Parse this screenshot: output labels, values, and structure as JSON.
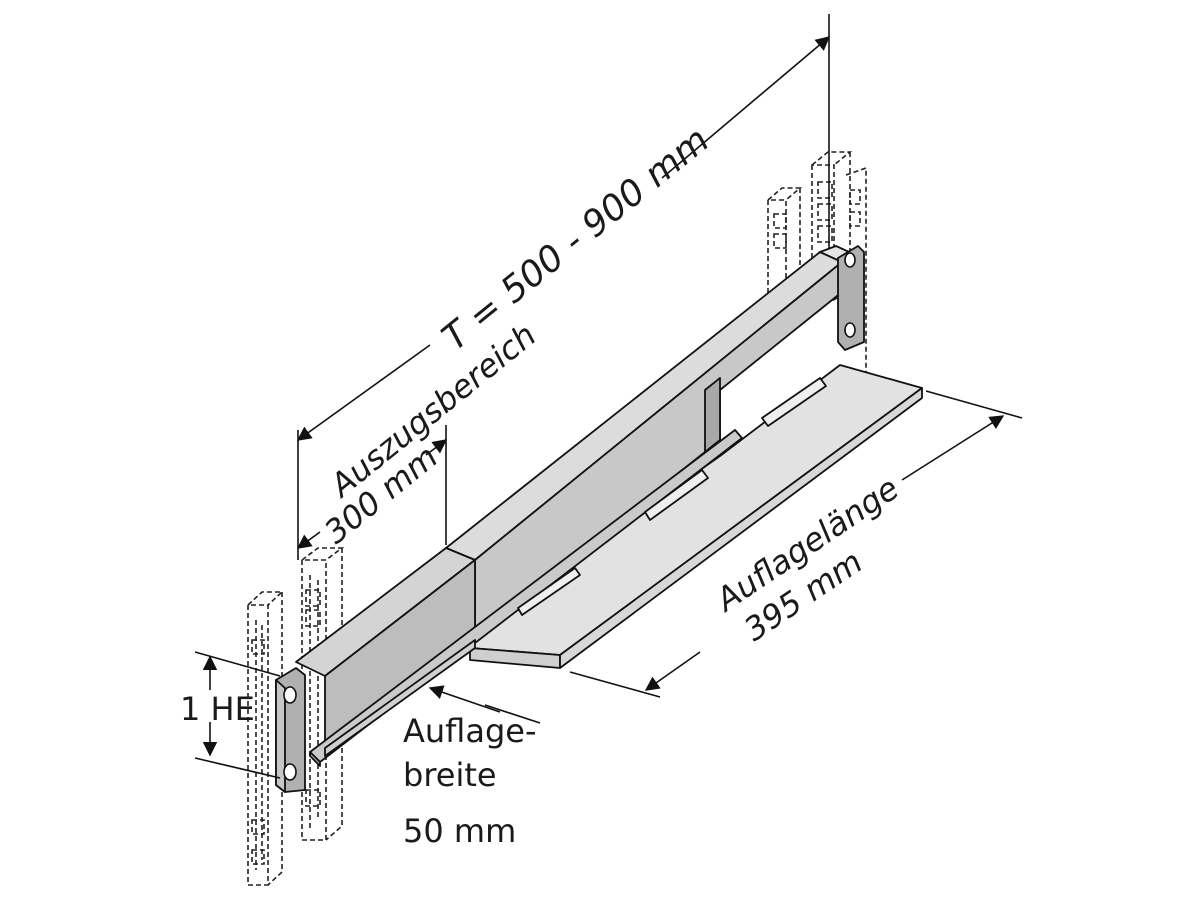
{
  "labels": {
    "depth": "T = 500 - 900 mm",
    "extension_1": "Auszugsbereich",
    "extension_2": "300 mm",
    "height": "1 HE",
    "support_length_1": "Auflagelänge",
    "support_length_2": "395 mm",
    "support_width_1": "Auflage-",
    "support_width_2": "breite",
    "support_width_3": "50 mm"
  },
  "colors": {
    "ink": "#111111",
    "rail_light": "#d4d4d4",
    "rail_mid": "#bdbdbd",
    "rail_dark": "#a8a8a8",
    "plate": "#e2e2e2",
    "bracket": "#b0b0b0"
  }
}
